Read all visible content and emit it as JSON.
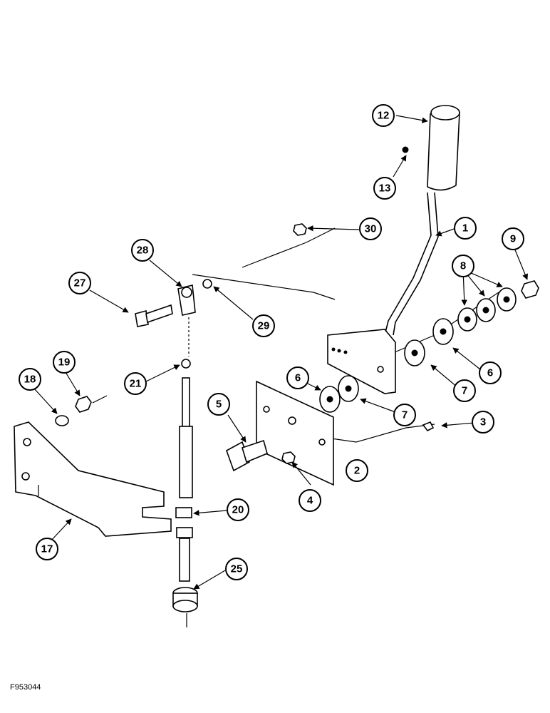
{
  "figure_id": "F953044",
  "callouts": [
    {
      "label": "1"
    },
    {
      "label": "2"
    },
    {
      "label": "3"
    },
    {
      "label": "4"
    },
    {
      "label": "5"
    },
    {
      "label": "6"
    },
    {
      "label": "6"
    },
    {
      "label": "7"
    },
    {
      "label": "7"
    },
    {
      "label": "8"
    },
    {
      "label": "9"
    },
    {
      "label": "12"
    },
    {
      "label": "13"
    },
    {
      "label": "17"
    },
    {
      "label": "18"
    },
    {
      "label": "19"
    },
    {
      "label": "20"
    },
    {
      "label": "21"
    },
    {
      "label": "25"
    },
    {
      "label": "27"
    },
    {
      "label": "28"
    },
    {
      "label": "29"
    },
    {
      "label": "30"
    }
  ]
}
